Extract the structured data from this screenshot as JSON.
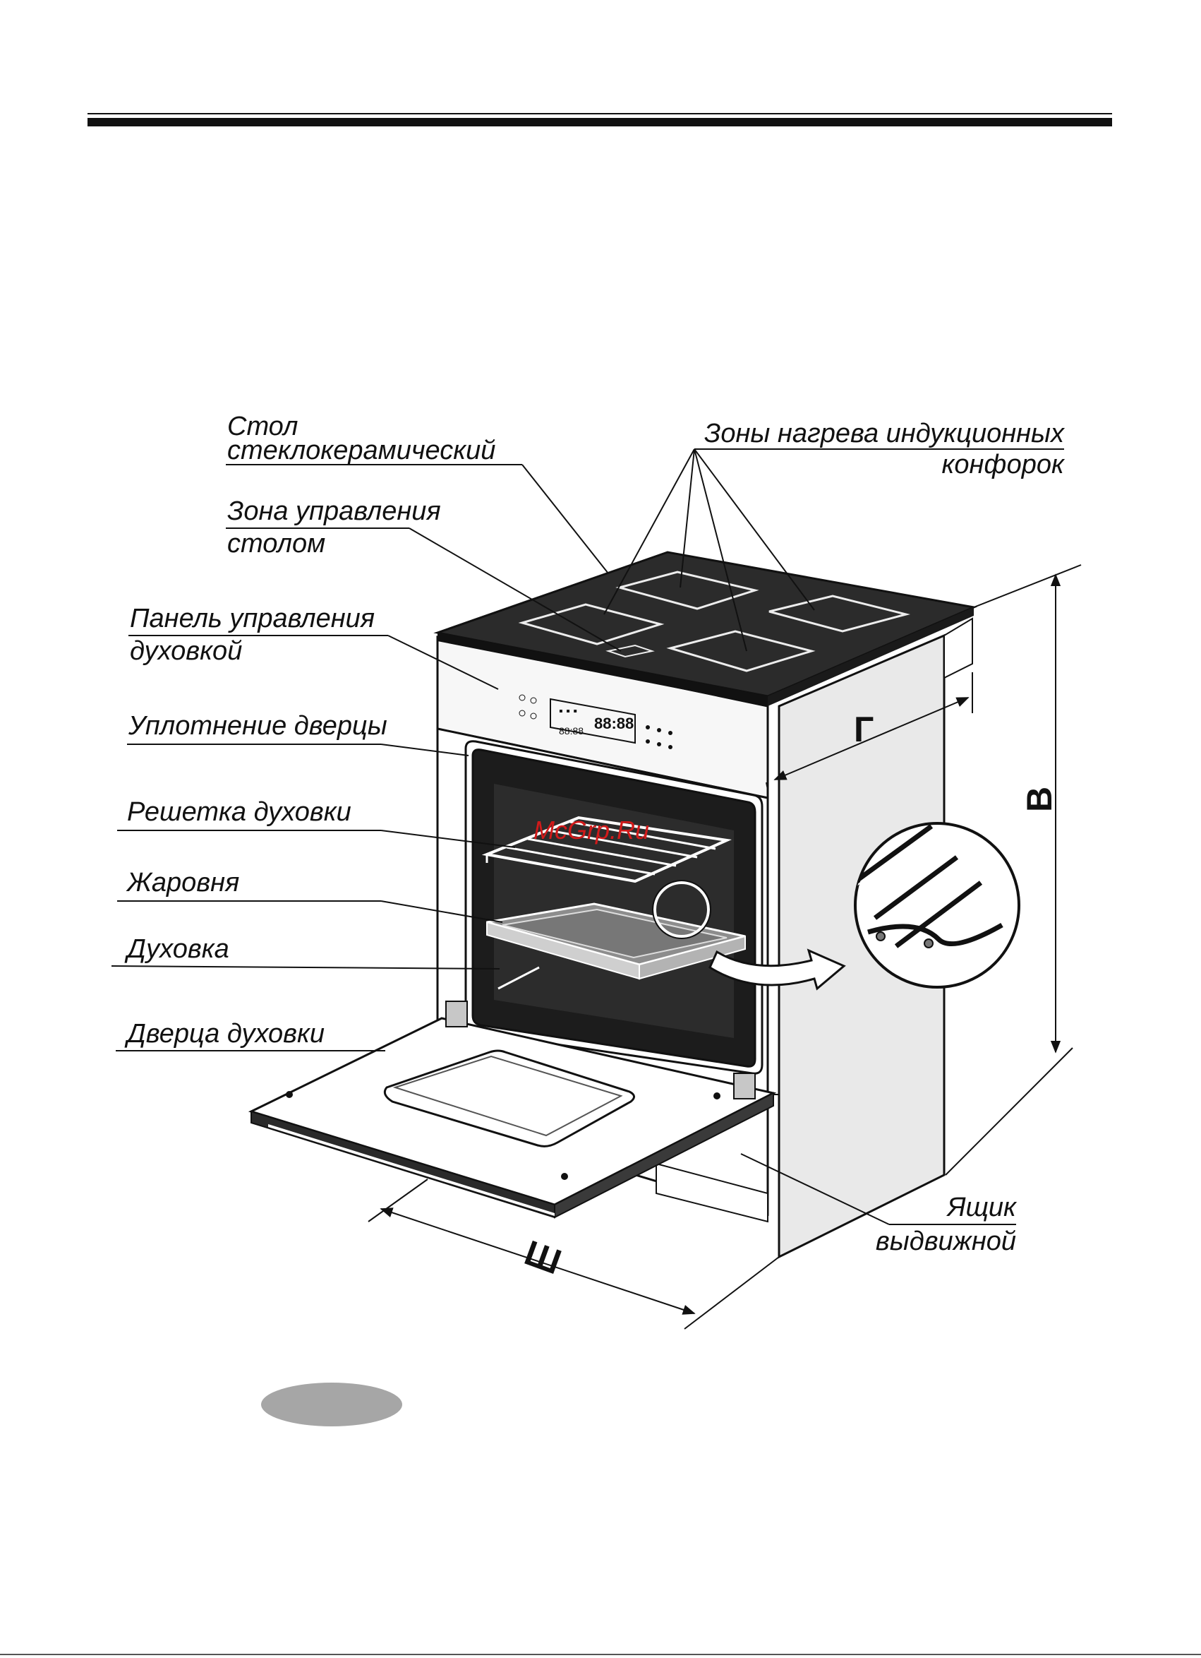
{
  "labels": {
    "glass_table_line1": "Стол",
    "glass_table_line2": "стеклокерамический",
    "heating_zones_line1": "Зоны нагрева индукционных",
    "heating_zones_line2": "конфорок",
    "table_control_line1": "Зона управления",
    "table_control_line2": "столом",
    "oven_panel_line1": "Панель управления",
    "oven_panel_line2": "духовкой",
    "door_seal": "Уплотнение дверцы",
    "oven_rack": "Решетка духовки",
    "roasting_pan": "Жаровня",
    "oven": "Духовка",
    "oven_door": "Дверца духовки",
    "drawer_line1": "Ящик",
    "drawer_line2": "выдвижной"
  },
  "dimensions": {
    "depth": "Г",
    "height": "В",
    "width": "Ш"
  },
  "watermark": "McGrp.Ru"
}
